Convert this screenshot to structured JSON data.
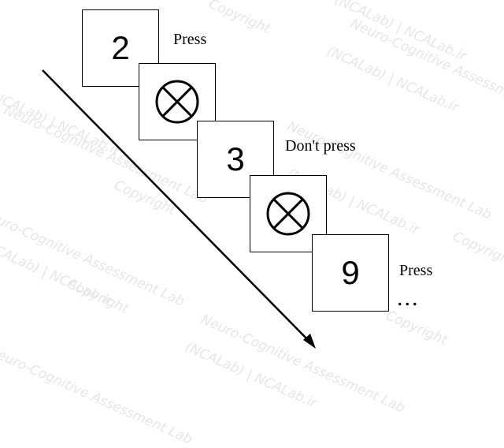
{
  "watermark": {
    "lab_name": "Neuro-Cognitive Assessment Lab",
    "lab_short": "(NCALab) | NCALab.ir",
    "copyright": "Copyright"
  },
  "stimuli": [
    {
      "type": "digit",
      "value": "2"
    },
    {
      "type": "fixation",
      "icon": "circled-x-icon"
    },
    {
      "type": "digit",
      "value": "3"
    },
    {
      "type": "fixation",
      "icon": "circled-x-icon"
    },
    {
      "type": "digit",
      "value": "9"
    }
  ],
  "labels": {
    "press_1": "Press",
    "dont_press": "Don't press",
    "press_2": "Press",
    "ellipsis": "..."
  },
  "arrow": {
    "meaning": "time"
  }
}
